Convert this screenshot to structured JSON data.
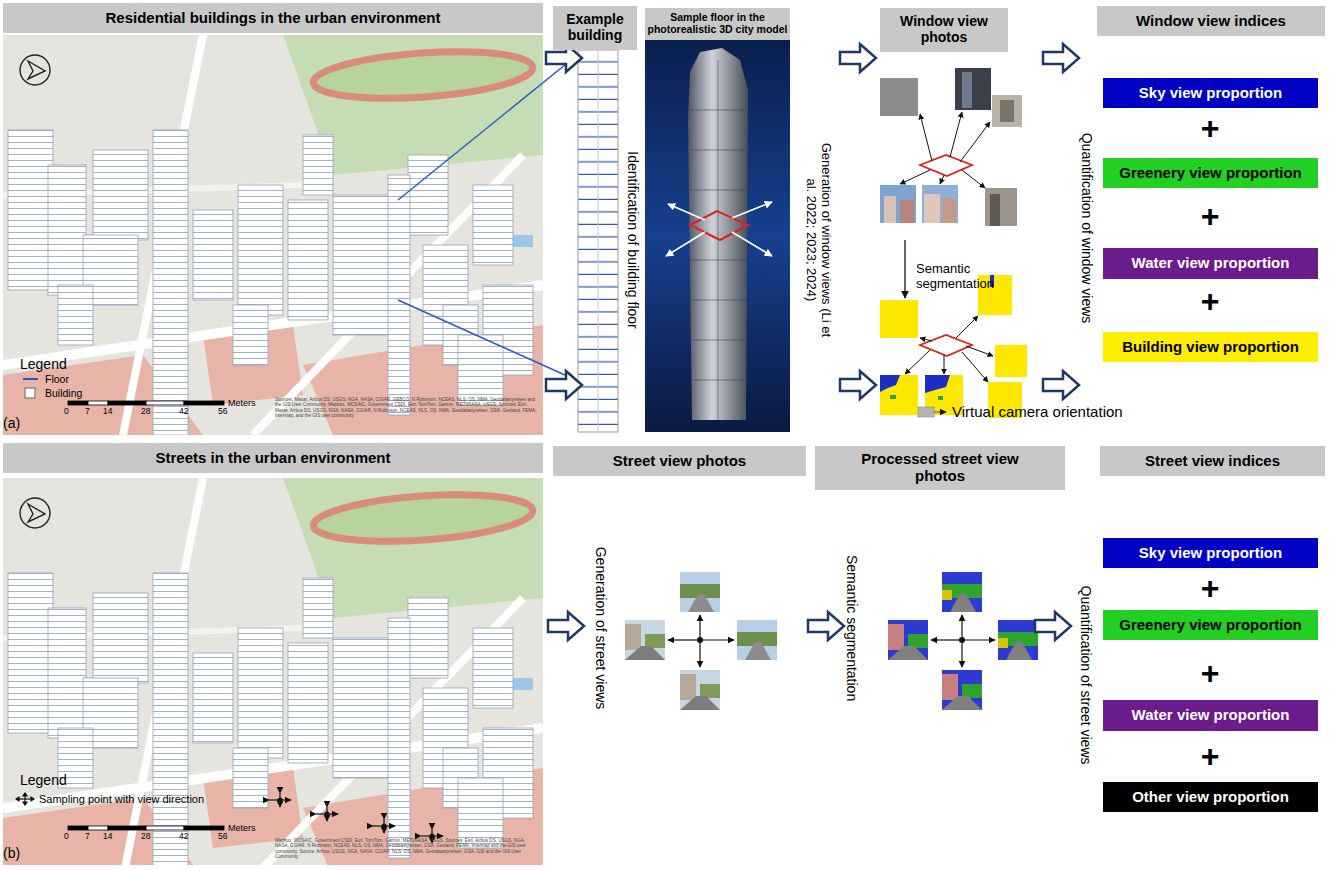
{
  "diagram": {
    "nodes": [
      {
        "text": [
          "Residential buildings in the urban environment"
        ]
      },
      {
        "text": [
          "Example building"
        ]
      },
      {
        "text": [
          "Sample floor in the photorealistic 3D city model"
        ]
      },
      {
        "text": [
          "Window view photos"
        ]
      },
      {
        "text": [
          "Window view indices"
        ]
      },
      {
        "text": [
          "Sky view proportion"
        ]
      },
      {
        "text": [
          "Greenery view proportion"
        ]
      },
      {
        "text": [
          "Water view proportion"
        ]
      },
      {
        "text": [
          "Building view proportion"
        ]
      },
      {
        "text": [
          "Streets in the urban environment"
        ]
      },
      {
        "text": [
          "Street view photos"
        ]
      },
      {
        "text": [
          "Processed street view photos"
        ]
      },
      {
        "text": [
          "Street view indices"
        ]
      },
      {
        "text": [
          "Sky view proportion"
        ]
      },
      {
        "text": [
          "Greenery view proportion"
        ]
      },
      {
        "text": [
          "Water view proportion"
        ]
      },
      {
        "text": [
          "Other view proportion"
        ]
      }
    ],
    "labels": [
      "(a)",
      "Legend",
      "0",
      "7",
      "14",
      "28",
      "42",
      "56",
      "Meters",
      "Sources: Maxar, Airbus DS, USGS, NGA, NASA, CGIAR, GEBCO, N Robinson, NCEAS, NLS, OS, NMA, Geodatastyrelsen and the GIS User Community, Mapbox, MOSAIC, Government CSDI, Esri, TomTom, Garmin, METI/NASA, USGS, Sources: Esri, Maxar, Airbus DS, USGS, NGA, NASA, CGIAR, N Robinson, NCEAS, NLS, OS, NMA, Geodatastyrelsen, GSA, Geoland, FEMA, Intermap, and the GIS user community",
      "Identification of building floor",
      "Generation of window views (Li et al. 2022; 2023; 2024)",
      "Semantic segmentation",
      "Virtual camera orientation",
      "Quantification of window views",
      "+",
      "+",
      "+",
      "(b)",
      "Legend",
      "0",
      "7",
      "14",
      "28",
      "42",
      "56",
      "Meters",
      "Mapbox, MOSAIC, Government CSDI, Esri, TomTom, Garmin, METI/NASA, USGS, Sources: Esri, Airbus DS, USGS, NGA, NASA, CGIAR, N Robinson, NCEAS, NLS, OS, NMA, Geodatastyrelsen, GSA, Geoland, FEMA, Intermap and the GIS user community. Source: Airbus, USGS, NGA, NASA, CGIAR, NLS, OS, NMA, Geodatastyrelsen, GSA, GSI and the GIS User Community",
      "Generation of street views",
      "Semantic segmentation",
      "Quantification of street views",
      "+",
      "+",
      "+"
    ],
    "legend": [
      {
        "text": "Floor"
      },
      {
        "text": "Building"
      },
      {
        "text": "Sampling point with view direction"
      }
    ]
  }
}
